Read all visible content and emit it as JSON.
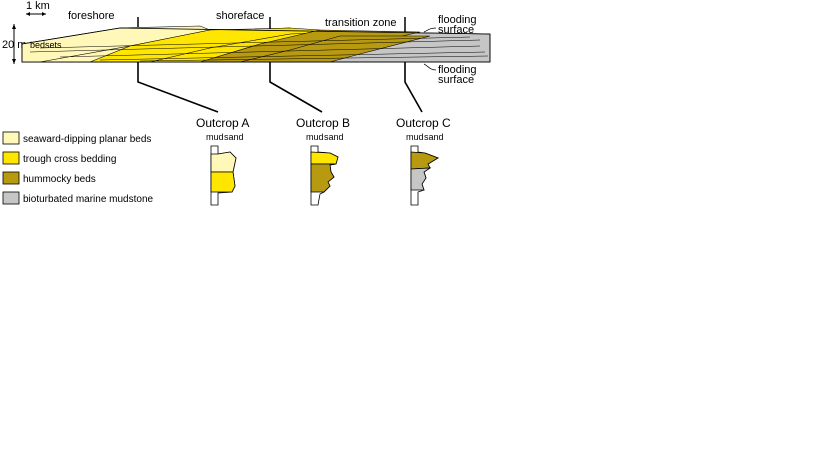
{
  "scale": {
    "horizontal": "1 km",
    "vertical": "20 m"
  },
  "cross_section": {
    "bedsets_label": "bedsets",
    "zones": [
      "foreshore",
      "shoreface",
      "transition zone"
    ],
    "flooding_surface_label_line1": "flooding",
    "flooding_surface_label_line2": "surface"
  },
  "outcrops": [
    {
      "name": "Outcrop A",
      "mud_label": "mud",
      "sand_label": "sand"
    },
    {
      "name": "Outcrop B",
      "mud_label": "mud",
      "sand_label": "sand"
    },
    {
      "name": "Outcrop C",
      "mud_label": "mud",
      "sand_label": "sand"
    }
  ],
  "legend": [
    {
      "label": "seaward-dipping planar beds",
      "color": "#FFF8B8"
    },
    {
      "label": "trough cross bedding",
      "color": "#FFE600"
    },
    {
      "label": "hummocky beds",
      "color": "#B89A10"
    },
    {
      "label": "bioturbated marine mudstone",
      "color": "#C6C6C6"
    }
  ]
}
